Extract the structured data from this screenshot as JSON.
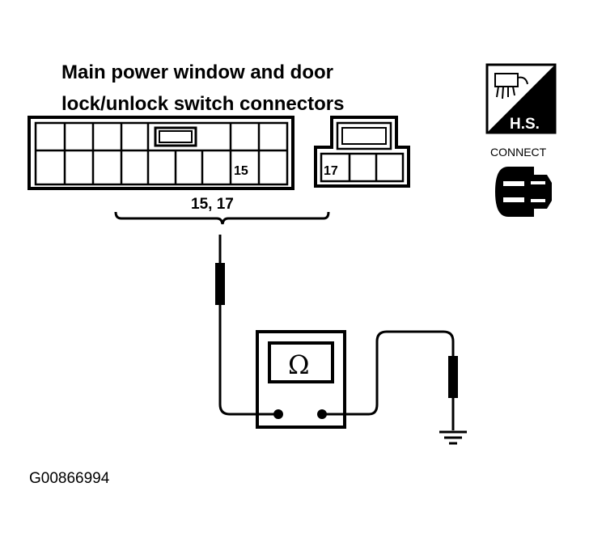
{
  "title_line1": "Main power window and door",
  "title_line2": "lock/unlock switch connectors",
  "connector_main": {
    "pin_label": "15"
  },
  "connector_small": {
    "pin_label": "17"
  },
  "pins_label": "15, 17",
  "meter_symbol": "Ω",
  "hs_badge": "H.S.",
  "connect_label": "CONNECT",
  "figure_id": "G00866994",
  "icons": [
    "harness-side-icon",
    "connector-connect-icon",
    "ohmmeter-icon",
    "ground-symbol-icon",
    "test-probe-icon"
  ]
}
